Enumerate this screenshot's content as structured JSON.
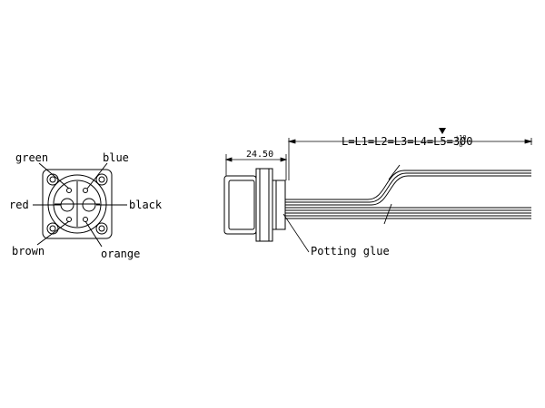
{
  "front_view": {
    "pin_labels": {
      "green": "green",
      "blue": "blue",
      "red": "red",
      "black": "black",
      "brown": "brown",
      "orange": "orange"
    }
  },
  "side_view": {
    "flange_dimension": "24.50",
    "length_formula": "L=L1=L2=L3=L4=L5=300",
    "length_tolerance_upper": "+10",
    "length_tolerance_lower": "-0",
    "potting_label": "Potting glue"
  },
  "colors": {
    "line": "#000000",
    "background": "#ffffff"
  }
}
